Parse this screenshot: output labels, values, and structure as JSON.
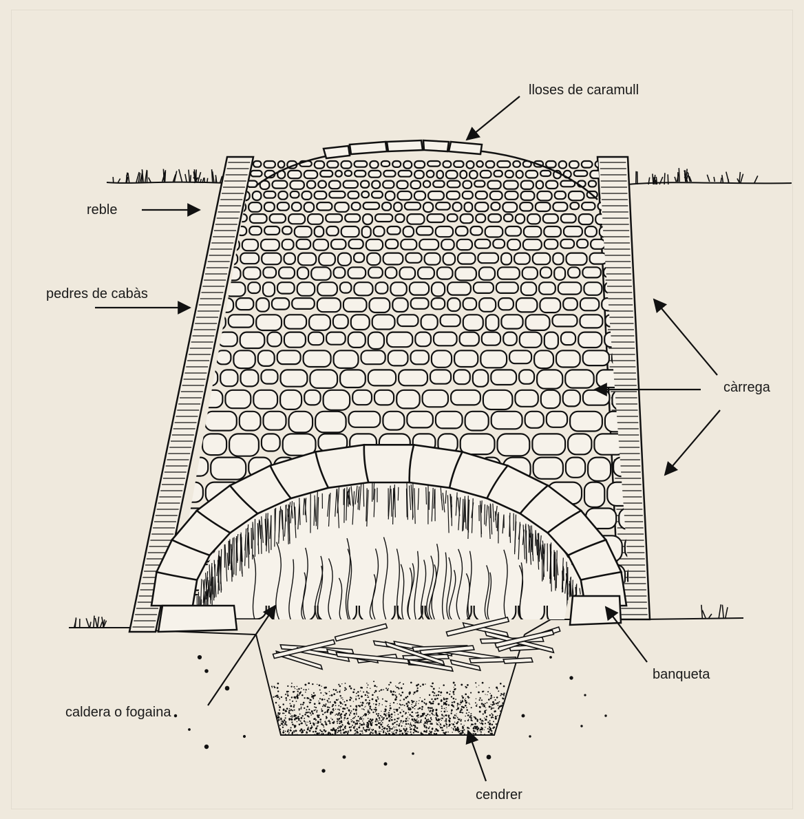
{
  "figure": {
    "labels": {
      "lloses": "lloses de caramull",
      "reble": "reble",
      "pedres": "pedres de cabàs",
      "carrega": "càrrega",
      "banqueta": "banqueta",
      "caldera": "caldera o fogaina",
      "cendrer": "cendrer"
    }
  }
}
